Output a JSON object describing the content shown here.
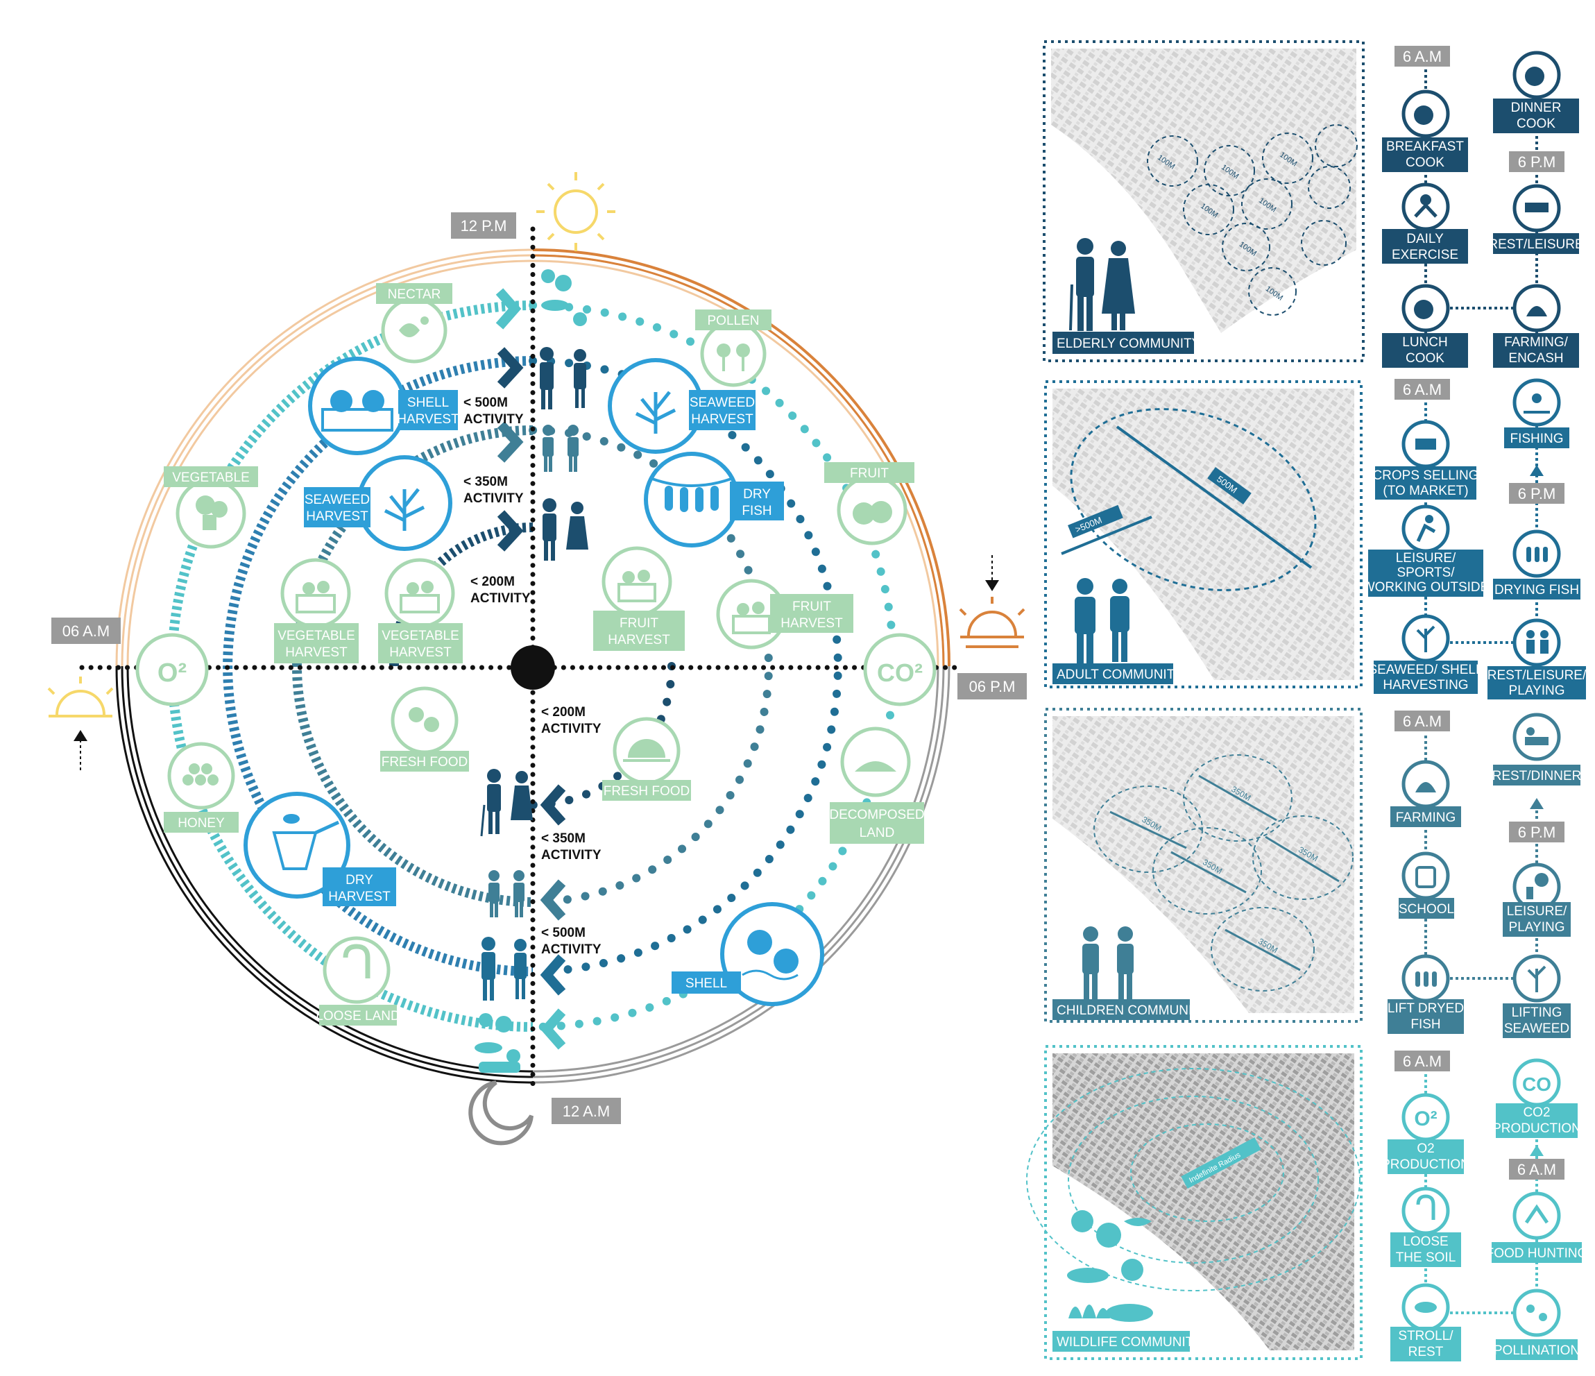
{
  "times": {
    "noon": "12 P.M",
    "morning": "06 A.M",
    "evening": "06 P.M",
    "midnight": "12 A.M"
  },
  "gases": {
    "o2": "O²",
    "co2": "CO²"
  },
  "outer_labels": {
    "nectar": "NECTAR",
    "pollen": "POLLEN",
    "vegetable": "VEGETABLE",
    "fruit": "FRUIT",
    "honey": "HONEY",
    "decomposed_land_1": "DECOMPOSED",
    "decomposed_land_2": "LAND",
    "loose_land": "LOOSE LAND"
  },
  "blue_labels": {
    "shell_harvest_1": "SHELL",
    "shell_harvest_2": "HARVEST",
    "seaweed_harvest_r1": "SEAWEED",
    "seaweed_harvest_r2": "HARVEST",
    "seaweed_harvest_l1": "SEAWEED",
    "seaweed_harvest_l2": "HARVEST",
    "dry_fish_1": "DRY",
    "dry_fish_2": "FISH",
    "dry_harvest_1": "DRY",
    "dry_harvest_2": "HARVEST",
    "shell": "SHELL"
  },
  "green_labels": {
    "veg_harvest_1a": "VEGETABLE",
    "veg_harvest_1b": "HARVEST",
    "veg_harvest_2a": "VEGETABLE",
    "veg_harvest_2b": "HARVEST",
    "fruit_harvest_1a": "FRUIT",
    "fruit_harvest_1b": "HARVEST",
    "fruit_harvest_2a": "FRUIT",
    "fruit_harvest_2b": "HARVEST",
    "fresh_food_1": "FRESH FOOD",
    "fresh_food_2": "FRESH FOOD"
  },
  "activity": {
    "a500_1": "< 500M",
    "a500_2": "ACTIVITY",
    "a350_1": "< 350M",
    "a350_2": "ACTIVITY",
    "a200_1": "< 200M",
    "a200_2": "ACTIVITY",
    "b200_1": "< 200M",
    "b200_2": "ACTIVITY",
    "b350_1": "< 350M",
    "b350_2": "ACTIVITY",
    "b500_1": "< 500M",
    "b500_2": "ACTIVITY"
  },
  "communities": {
    "elderly": "ELDERLY COMMUNITY",
    "adult": "ADULT COMMUNITY",
    "children": "CHILDREN COMMUNITY",
    "wildlife": "WILDLIFE COMMUNITY"
  },
  "map_labels": {
    "m100": "100M",
    "m500": "500M",
    "mgt500": ">500M",
    "m350": "350M",
    "m_wild": "Indefinite Radius"
  },
  "schedules": {
    "elderly": {
      "t6am": "6 A.M",
      "t6pm": "6 P.M",
      "breakfast_1": "BREAKFAST",
      "breakfast_2": "COOK",
      "exercise_1": "DAILY",
      "exercise_2": "EXERCISE",
      "lunch_1": "LUNCH",
      "lunch_2": "COOK",
      "dinner_1": "DINNER",
      "dinner_2": "COOK",
      "rest": "REST/LEISURE",
      "farming_1": "FARMING/",
      "farming_2": "ENCASH"
    },
    "adult": {
      "t6am": "6 A.M",
      "t6pm": "6 P.M",
      "crops_1": "CROPS SELLING",
      "crops_2": "(TO MARKET)",
      "leisure_1": "LEISURE/",
      "leisure_2": "SPORTS/",
      "leisure_3": "WORKING OUTSIDE",
      "seaweed_1": "SEAWEED/ SHELL",
      "seaweed_2": "HARVESTING",
      "fishing": "FISHING",
      "drying": "DRYING FISH",
      "rest_1": "REST/LEISURE/",
      "rest_2": "PLAYING"
    },
    "children": {
      "t6am": "6 A.M",
      "t6pm": "6 P.M",
      "farming": "FARMING",
      "school": "SCHOOL",
      "lift_1": "LIFT DRYED",
      "lift_2": "FISH",
      "rest": "REST/DINNER",
      "leisure_1": "LEISURE/",
      "leisure_2": "PLAYING",
      "lifting_1": "LIFTING",
      "lifting_2": "SEAWEED"
    },
    "wildlife": {
      "t6am_l": "6 A.M",
      "t6am_r": "6 A.M",
      "o2sym": "O²",
      "o2_1": "O2",
      "o2_2": "PRODUCTION",
      "loose_1": "LOOSE",
      "loose_2": "THE SOIL",
      "stroll_1": "STROLL/",
      "stroll_2": "REST",
      "co2sym": "CO",
      "co2_1": "CO2",
      "co2_2": "PRODUCTION",
      "food": "FOOD HUNTING",
      "pollination": "POLLINATION"
    }
  },
  "colors": {
    "orange": "#d9823b",
    "light_orange": "#f2c9a0",
    "green": "#a8d8b2",
    "teal": "#52c2c8",
    "blue": "#2e9fd8",
    "navy": "#1c4e6e",
    "steel": "#3f7f96",
    "grey": "#9a9a9a",
    "sun": "#f6d86a"
  }
}
